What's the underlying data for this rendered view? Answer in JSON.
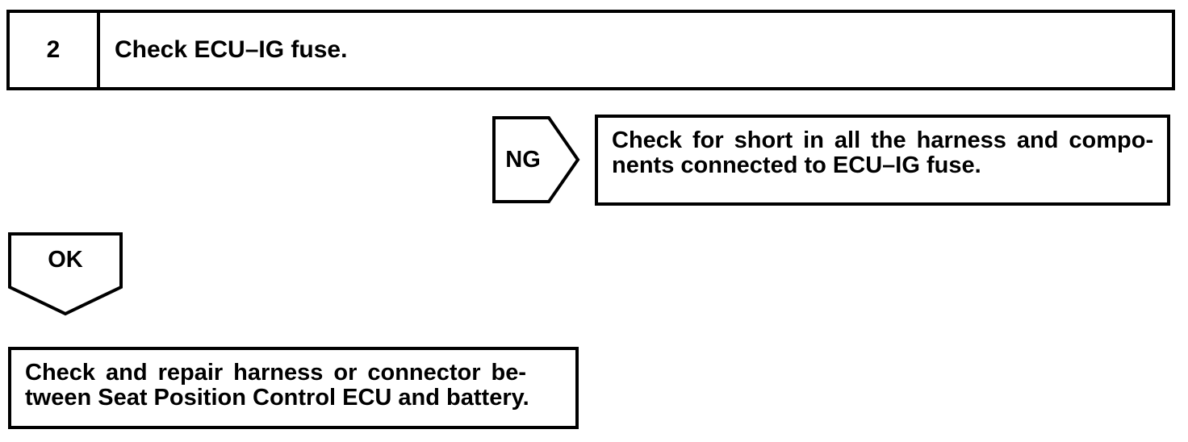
{
  "step": {
    "number": "2",
    "instruction": "Check ECU–IG fuse."
  },
  "ng": {
    "label": "NG",
    "line1": "Check for short in all the harness and compo-",
    "line2": "nents connected to ECU–IG fuse."
  },
  "ok": {
    "label": "OK",
    "line1": "Check and repair harness or connector be-",
    "line2": "tween Seat Position Control ECU and battery."
  },
  "colors": {
    "line": "#000000",
    "background": "#ffffff"
  }
}
